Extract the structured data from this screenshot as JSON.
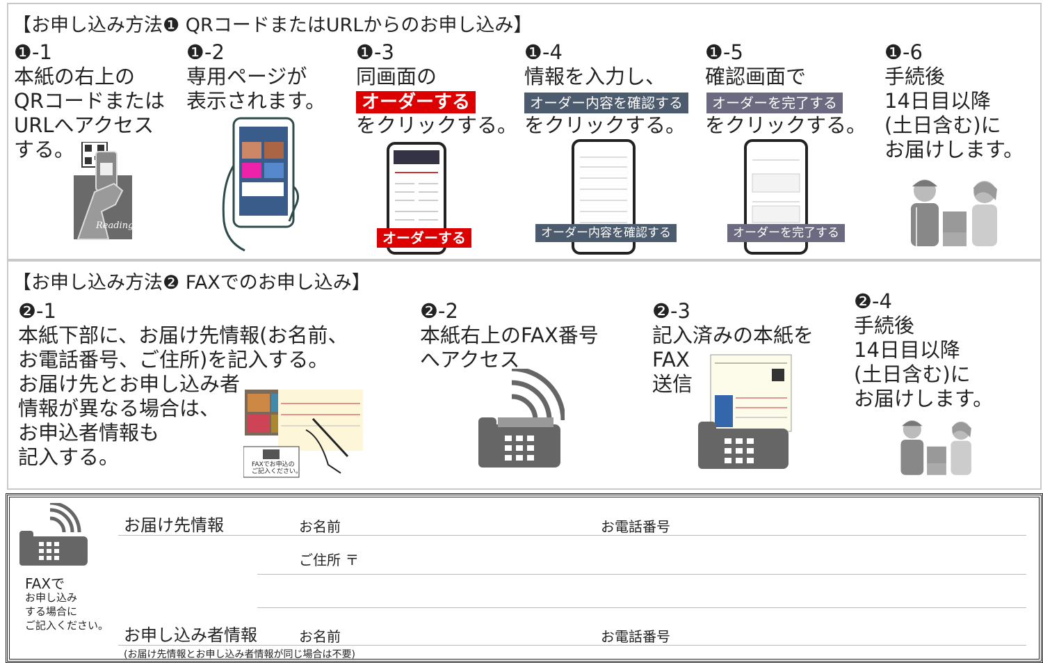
{
  "method1": {
    "title": "【お申し込み方法❶ QRコードまたはURLからのお申し込み】",
    "steps": [
      {
        "num": "❶-1",
        "lines": [
          "本紙の右上の",
          "QRコードまたは",
          "URLへアクセス",
          "する。"
        ]
      },
      {
        "num": "❶-2",
        "lines": [
          "専用ページが",
          "表示されます。"
        ]
      },
      {
        "num": "❶-3",
        "line1": "同画面の",
        "button": "オーダーする",
        "line2": "をクリックする。",
        "screen_button": "オーダーする"
      },
      {
        "num": "❶-4",
        "line1": "情報を入力し、",
        "button": "オーダー内容を確認する",
        "line2": "をクリックする。",
        "screen_button": "オーダー内容を確認する"
      },
      {
        "num": "❶-5",
        "line1": "確認画面で",
        "button": "オーダーを完了する",
        "line2": "をクリックする。",
        "screen_button": "オーダーを完了する"
      },
      {
        "num": "❶-6",
        "lines": [
          "手続後",
          "14日目以降",
          "(土日含む)に",
          "お届けします。"
        ]
      }
    ],
    "reading_label": "Reading"
  },
  "method2": {
    "title": "【お申し込み方法❷ FAXでのお申し込み】",
    "steps": [
      {
        "num": "❷-1",
        "lines": [
          "本紙下部に、お届け先情報(お名前、",
          "お電話番号、ご住所)を記入する。",
          "お届け先とお申し込み者",
          "情報が異なる場合は、",
          "お申込者情報も",
          "記入する。"
        ]
      },
      {
        "num": "❷-2",
        "lines": [
          "本紙右上のFAX番号",
          "へアクセス"
        ]
      },
      {
        "num": "❷-3",
        "lines": [
          "記入済みの本紙を",
          "FAX",
          "送信"
        ]
      },
      {
        "num": "❷-4",
        "lines": [
          "手続後",
          "14日目以降",
          "(土日含む)に",
          "お届けします。"
        ]
      }
    ],
    "thumb_note": [
      "FAXでお申込の",
      "ご記入ください。"
    ]
  },
  "form": {
    "fax_note_big": "FAXで",
    "fax_note_lines": [
      "お申し込み",
      "する場合に",
      "ご記入ください。"
    ],
    "delivery_label": "お届け先情報",
    "name_label": "お名前",
    "phone_label": "お電話番号",
    "address_label": "ご住所 〒",
    "applicant_label": "お申し込み者情報",
    "applicant_name_label": "お名前",
    "applicant_phone_label": "お電話番号",
    "note": "(お届け先情報とお申し込み者情報が同じ場合は不要)"
  },
  "colors": {
    "red_button": "#dd0000",
    "blue_button": "#4d5b6e",
    "purple_button": "#6b6a80",
    "icon_gray": "#666666"
  }
}
